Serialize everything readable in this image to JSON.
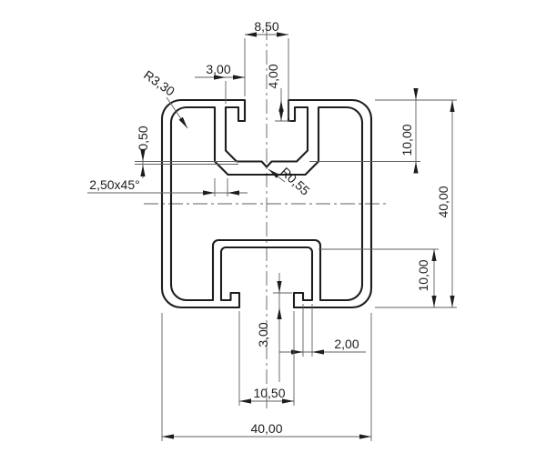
{
  "drawing": {
    "dimensions": {
      "top_slot_opening": "8,50",
      "top_slot_lip": "3,00",
      "top_slot_nub_depth": "4,00",
      "corner_radius": "R3,30",
      "slot_floor_step": "0,50",
      "chamfer": "2,50x45°",
      "floor_notch_radius": "R0,55",
      "upper_right_depth": "10,00",
      "overall_height": "40,00",
      "lower_right_depth": "10,00",
      "bottom_lip_height": "3,00",
      "bottom_lip_width": "2,00",
      "bottom_slot_opening": "10,50",
      "overall_width": "40,00"
    },
    "colors": {
      "outline": "#1d1d1d",
      "thin_line": "#5f5f5f",
      "arrow": "#1d1d1d",
      "background": "#ffffff"
    }
  }
}
